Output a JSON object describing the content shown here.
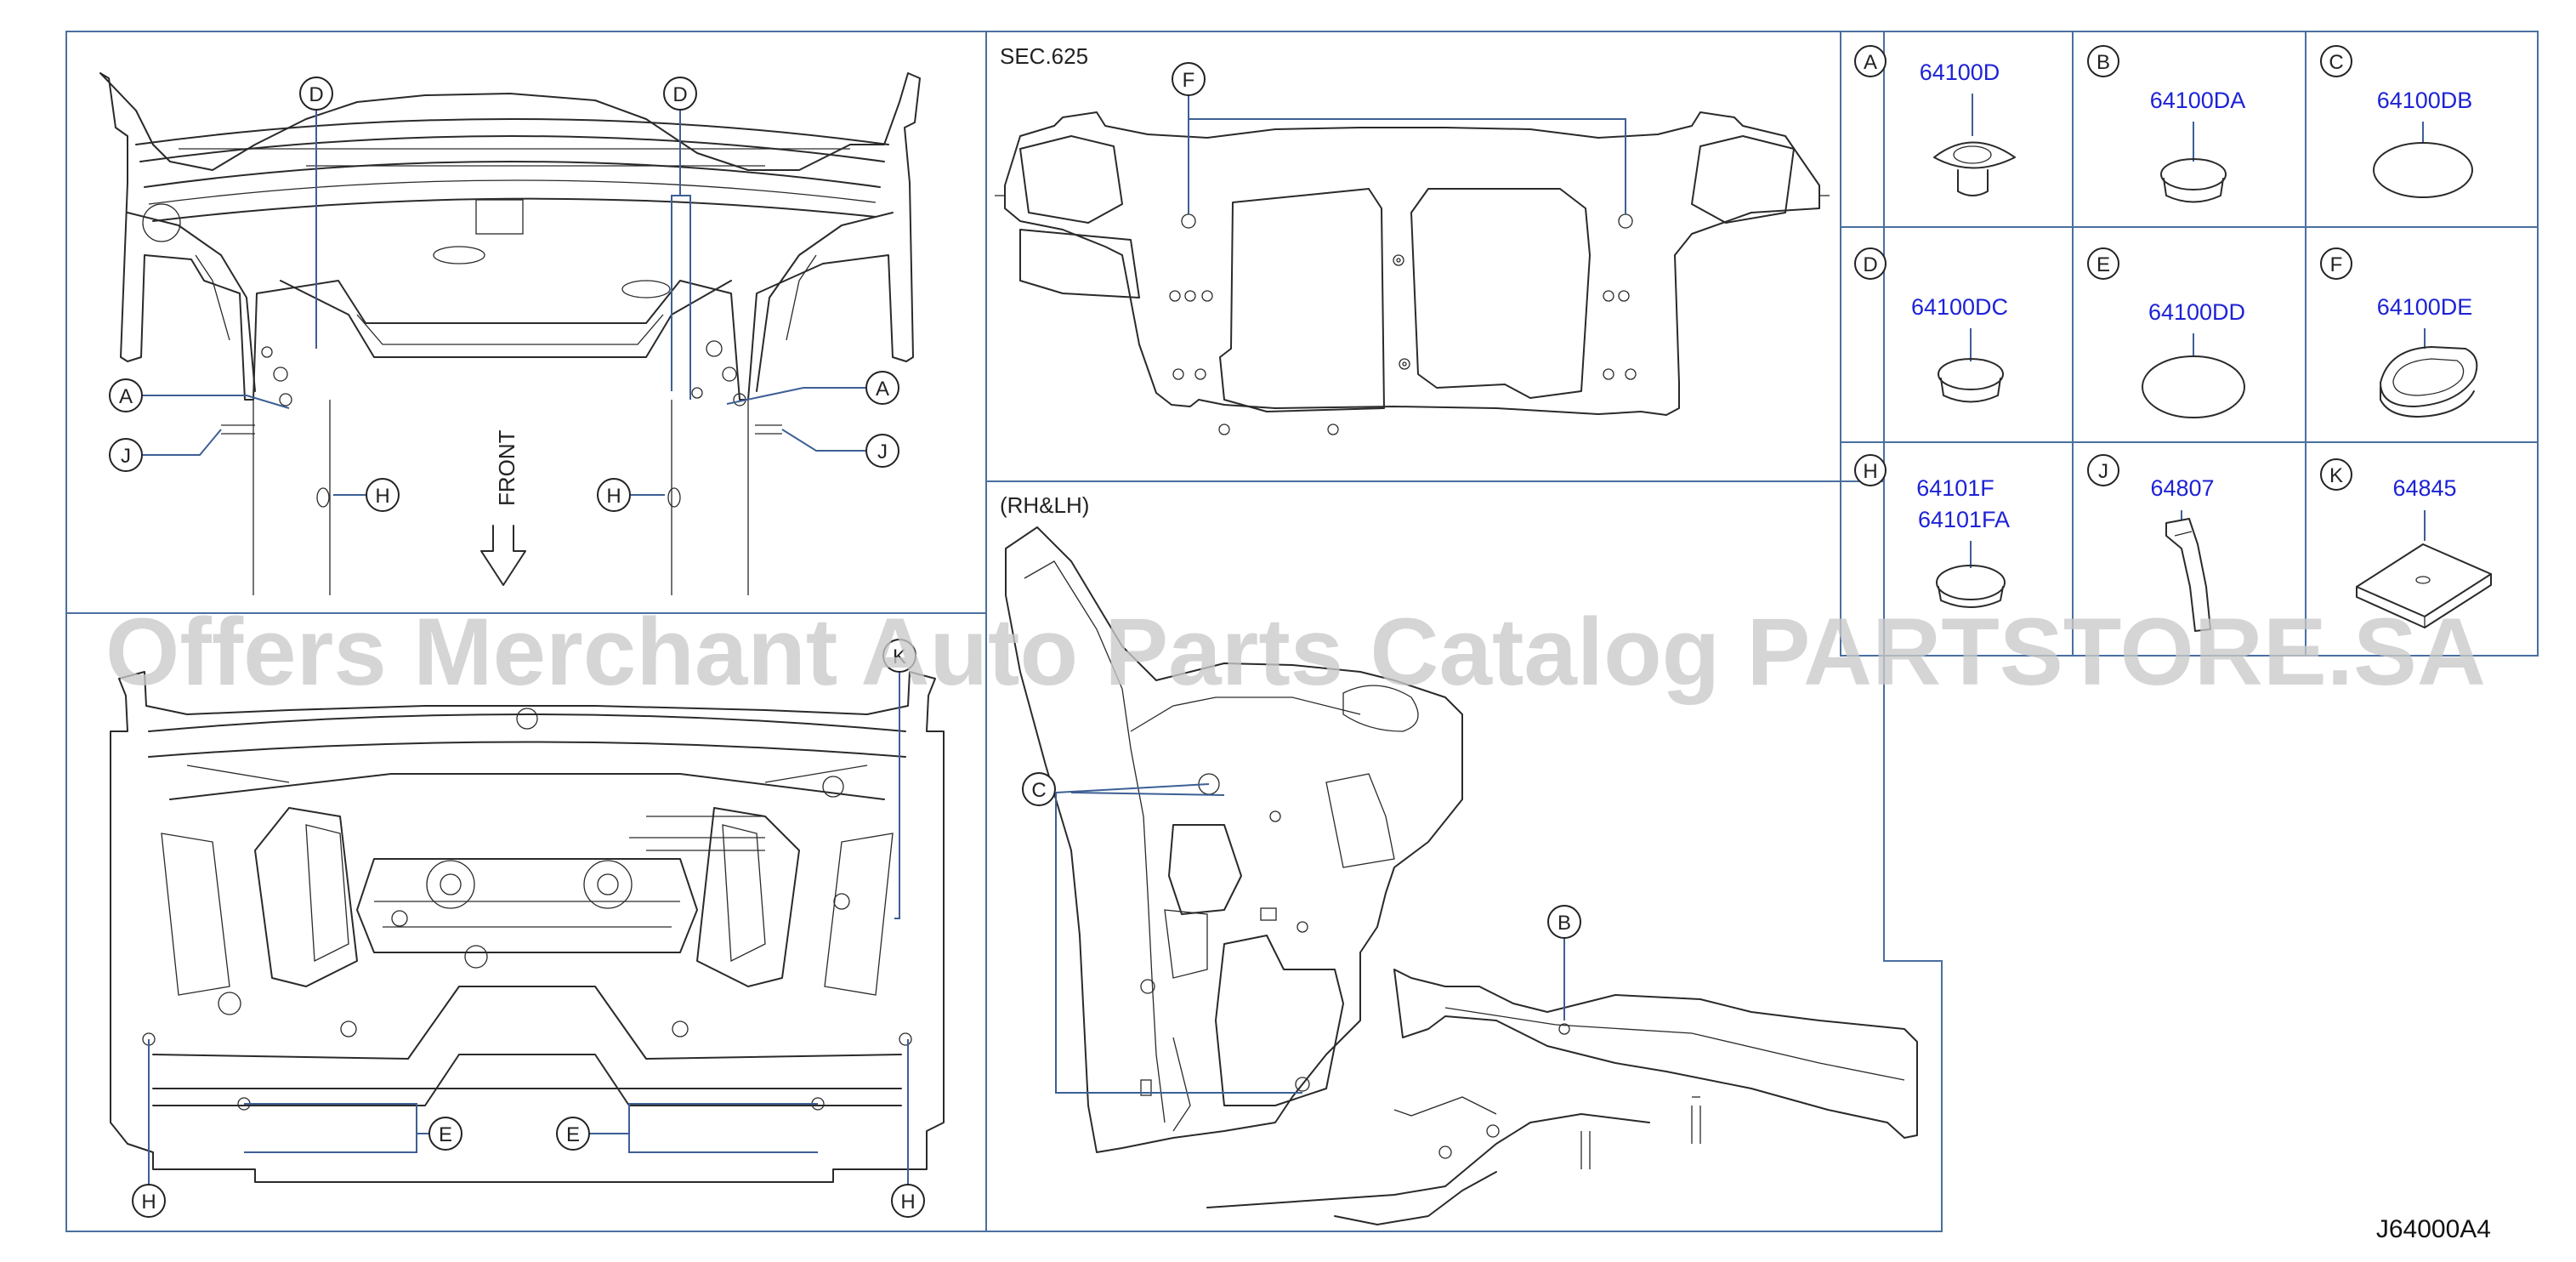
{
  "diagram": {
    "section_ref": "SEC.625",
    "side_note": "(RH&LH)",
    "direction_label": "FRONT",
    "drawing_code": "J64000A4",
    "watermark": "Offers Merchant Auto Parts Catalog PARTSTORE.SA"
  },
  "parts_table": [
    {
      "key": "A",
      "parts": [
        "64100D"
      ]
    },
    {
      "key": "B",
      "parts": [
        "64100DA"
      ]
    },
    {
      "key": "C",
      "parts": [
        "64100DB"
      ]
    },
    {
      "key": "D",
      "parts": [
        "64100DC"
      ]
    },
    {
      "key": "E",
      "parts": [
        "64100DD"
      ]
    },
    {
      "key": "F",
      "parts": [
        "64100DE"
      ]
    },
    {
      "key": "H",
      "parts": [
        "64101F",
        "64101FA"
      ]
    },
    {
      "key": "J",
      "parts": [
        "64807"
      ]
    },
    {
      "key": "K",
      "parts": [
        "64845"
      ]
    }
  ],
  "callouts": {
    "a": "A",
    "b": "B",
    "c": "C",
    "d": "D",
    "e": "E",
    "f": "F",
    "h": "H",
    "j": "J",
    "k": "K"
  },
  "colors": {
    "part_number": "#1d22d6",
    "frame": "#4a6fa0",
    "leader": "#3d5f95"
  }
}
